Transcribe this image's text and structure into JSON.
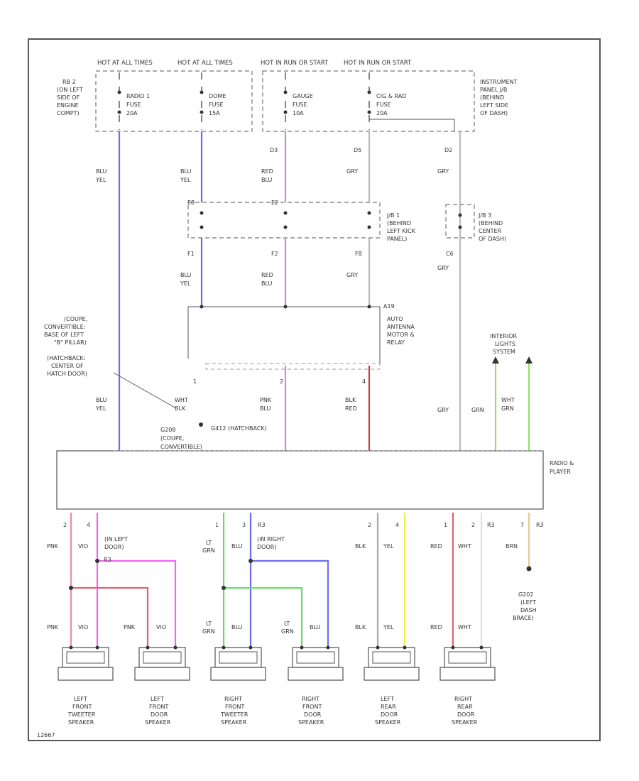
{
  "top_labels": [
    {
      "id": "hot1",
      "text": "HOT AT ALL TIMES"
    },
    {
      "id": "hot2",
      "text": "HOT AT ALL TIMES"
    },
    {
      "id": "hot3",
      "text": "HOT IN RUN OR START"
    },
    {
      "id": "hot4",
      "text": "HOT IN RUN OR START"
    }
  ],
  "fuses": [
    {
      "id": "f1",
      "lines": [
        "RADIO 1",
        "FUSE",
        "20A"
      ]
    },
    {
      "id": "f2",
      "lines": [
        "DOME",
        "FUSE",
        "15A"
      ]
    },
    {
      "id": "f3",
      "lines": [
        "GAUGE",
        "FUSE",
        "10A"
      ]
    },
    {
      "id": "f4",
      "lines": [
        "CIG & RAD",
        "FUSE",
        "20A"
      ]
    }
  ],
  "notes": {
    "rb2": [
      "RB 2",
      "(ON LEFT",
      "SIDE OF",
      "ENGINE",
      "COMPT)"
    ],
    "ip_jb": [
      "INSTRUMENT",
      "PANEL J/B",
      "(BEHIND",
      "LEFT SIDE",
      "OF DASH)"
    ],
    "jb1": [
      "J/B 1",
      "(BEHIND",
      "LEFT KICK",
      "PANEL)"
    ],
    "jb3": [
      "J/B 3",
      "(BEHIND",
      "CENTER",
      "OF DASH)"
    ],
    "coupe": [
      "(COUPE,",
      "CONVERTIBLE:",
      "BASE OF LEFT",
      "\"B\" PILLAR)",
      "(HATCHBACK:",
      "CENTER OF",
      "HATCH DOOR)"
    ],
    "antenna": [
      "AUTO",
      "ANTENNA",
      "MOTOR &",
      "RELAY"
    ],
    "lights": [
      "INTERIOR",
      "LIGHTS",
      "SYSTEM"
    ],
    "radio": [
      "RADIO &",
      "PLAYER"
    ],
    "g2": [
      "G202",
      "(LEFT",
      "DASH",
      "BRACE)"
    ],
    "g_coupe": [
      "G208",
      "(COUPE,",
      "CONVERTIBLE)"
    ],
    "g_hatch": "G412 (HATCHBACK)",
    "left_door": [
      "(IN LEFT",
      "DOOR)"
    ],
    "right_door": [
      "(IN RIGHT",
      "DOOR)"
    ],
    "code": "12667"
  },
  "connector_ids": [
    "D3",
    "D5",
    "D2",
    "E8",
    "E2",
    "F1",
    "F2",
    "F8",
    "C6",
    "A19",
    "R3",
    "R3",
    "R3",
    "R3"
  ],
  "wire_colors": {
    "w1": [
      "BLU",
      "YEL"
    ],
    "w2": [
      "BLU",
      "YEL"
    ],
    "w3": [
      "RED",
      "BLU"
    ],
    "w4": "GRY",
    "w5": "GRY",
    "w6": [
      "BLU",
      "YEL"
    ],
    "w7": [
      "RED",
      "BLU"
    ],
    "w8": "GRY",
    "w9": "GRY",
    "w10": [
      "BLU",
      "YEL"
    ],
    "w11": [
      "WHT",
      "BLK"
    ],
    "w12": [
      "PNK",
      "BLU"
    ],
    "w13": [
      "BLK",
      "RED"
    ],
    "w14": "GRY",
    "w15": "GRN",
    "w16": [
      "WHT",
      "GRN"
    ]
  },
  "pin_labels": [
    "1",
    "2",
    "4",
    "2",
    "4",
    "1",
    "3",
    "2",
    "4",
    "1",
    "2",
    "7"
  ],
  "speaker_wires": {
    "s1": [
      "PNK",
      "VIO"
    ],
    "s2": [
      "LT",
      "GRN",
      "BLU"
    ],
    "s3": [
      "BLK",
      "YEL"
    ],
    "s4": [
      "RED",
      "WHT"
    ],
    "s5": "BRN"
  },
  "speakers": [
    {
      "id": "sp1",
      "lines": [
        "LEFT",
        "FRONT",
        "TWEETER",
        "SPEAKER"
      ],
      "wire_a": "PNK",
      "wire_b": "VIO"
    },
    {
      "id": "sp2",
      "lines": [
        "LEFT",
        "FRONT",
        "DOOR",
        "SPEAKER"
      ],
      "wire_a": "PNK",
      "wire_b": "VIO"
    },
    {
      "id": "sp3",
      "lines": [
        "RIGHT",
        "FRONT",
        "TWEETER",
        "SPEAKER"
      ],
      "wire_a": [
        "LT",
        "GRN"
      ],
      "wire_b": "BLU"
    },
    {
      "id": "sp4",
      "lines": [
        "RIGHT",
        "FRONT",
        "DOOR",
        "SPEAKER"
      ],
      "wire_a": [
        "LT",
        "GRN"
      ],
      "wire_b": "BLU"
    },
    {
      "id": "sp5",
      "lines": [
        "LEFT",
        "REAR",
        "DOOR",
        "SPEAKER"
      ],
      "wire_a": "BLK",
      "wire_b": "YEL"
    },
    {
      "id": "sp6",
      "lines": [
        "RIGHT",
        "REAR",
        "DOOR",
        "SPEAKER"
      ],
      "wire_a": "RED",
      "wire_b": "WHT"
    }
  ],
  "colors": {
    "blue": "#6d6df0",
    "violet": "#c98ad6",
    "red_pink": "#e06070",
    "dark_red": "#c04050",
    "pink": "#f08aa0",
    "magenta": "#ee66ee",
    "green": "#66dd66",
    "yellow": "#f0f040",
    "gray": "#aaaaaa",
    "tan": "#e8c890",
    "outline": "#555555"
  }
}
